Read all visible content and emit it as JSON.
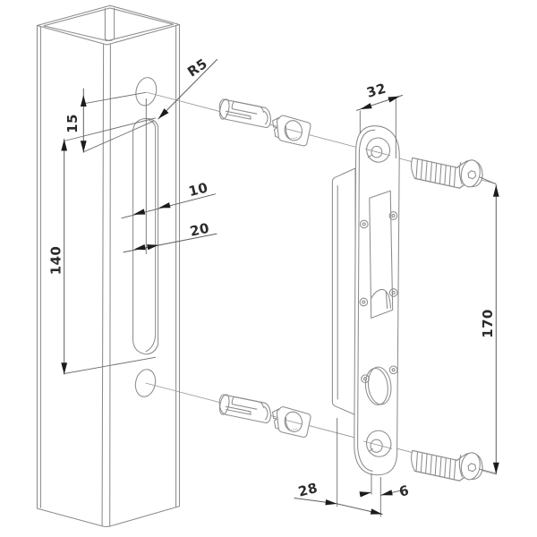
{
  "style": {
    "background": "#ffffff",
    "part_line_color": "#8c8c8c",
    "dimension_line_color": "#5e5e5e",
    "arrow_color": "#1c1c1c",
    "text_color": "#2b2b2b"
  },
  "dimensions": {
    "corner_radius": "R5",
    "hole_to_slot_top": "15",
    "slot_width": "10",
    "slot_offset": "20",
    "slot_length": "140",
    "plate_width": "32",
    "hole_spacing": "170",
    "body_depth": "28",
    "hole_edge_offset": "6"
  }
}
